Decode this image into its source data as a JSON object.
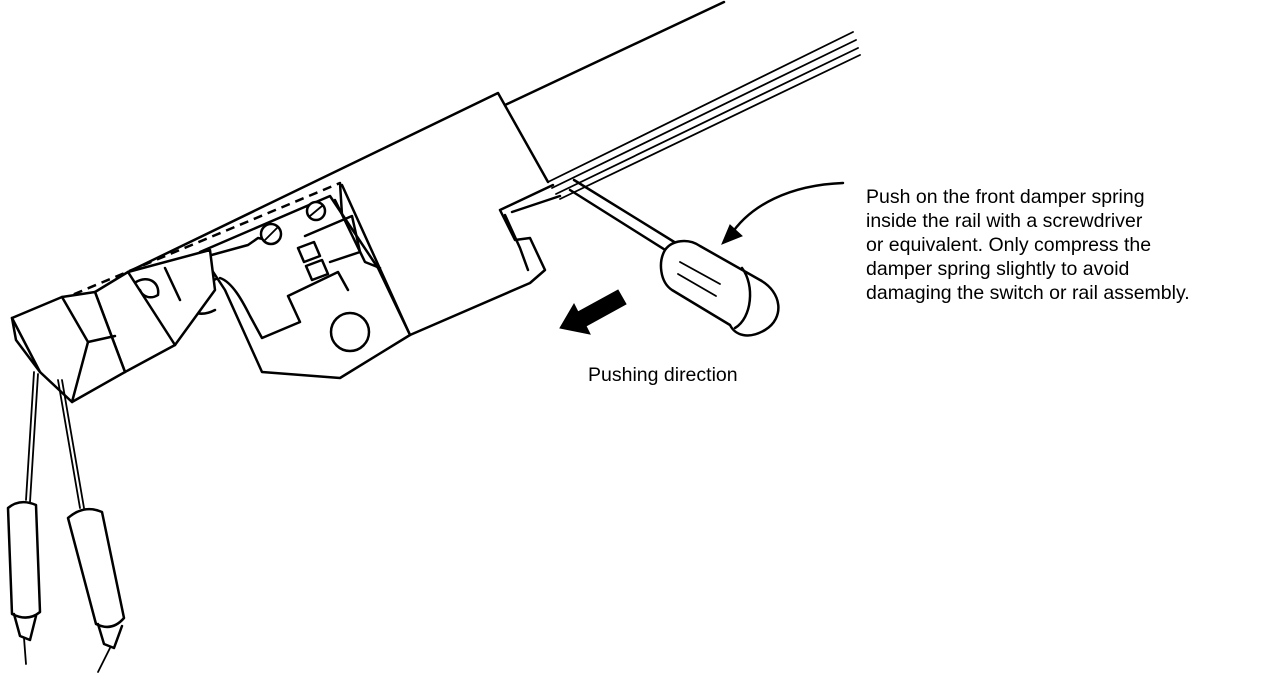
{
  "instruction": {
    "lines": [
      "Push on the front damper spring",
      "inside the rail with a screwdriver",
      "or equivalent. Only compress the",
      "damper spring slightly to avoid",
      "damaging the switch or rail assembly."
    ]
  },
  "direction_label": "Pushing direction",
  "colors": {
    "ink": "#000000",
    "paper": "#ffffff"
  }
}
